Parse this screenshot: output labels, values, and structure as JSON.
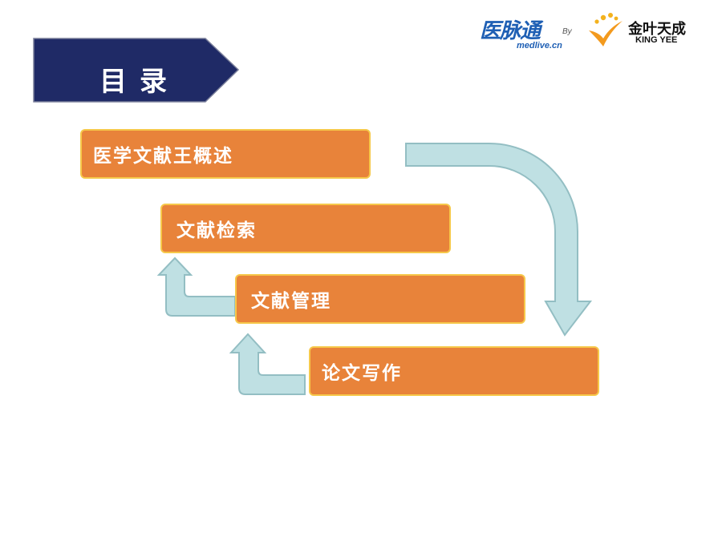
{
  "header": {
    "title": "目录",
    "logo_left": {
      "main": "医脉通",
      "sub": "medlive.cn",
      "by": "By"
    },
    "logo_right": {
      "cn": "金叶天成",
      "en": "KING YEE"
    }
  },
  "steps": [
    {
      "label": "医学文献王概述"
    },
    {
      "label": "文献检索"
    },
    {
      "label": "文献管理"
    },
    {
      "label": "论文写作"
    }
  ],
  "colors": {
    "banner": "#1F2A66",
    "box_fill": "#E8833A",
    "box_border": "#F6C84A",
    "arrow_fill": "#BFE0E3",
    "arrow_stroke": "#93BEC3",
    "logo_blue": "#1E5FB4",
    "logo_orange": "#F39A1E"
  }
}
